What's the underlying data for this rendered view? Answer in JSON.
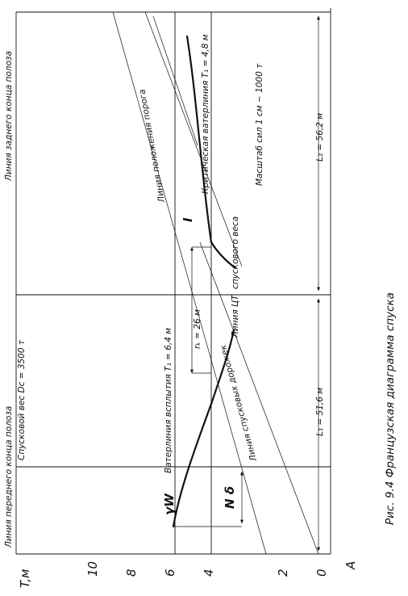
{
  "diagram": {
    "axes": {
      "y_title": "T,м",
      "y_ticks": [
        "10",
        "8",
        "6",
        "4",
        "2",
        "0"
      ],
      "origin_label": "А"
    },
    "labels": {
      "front_end_line": "Линия переднего конца полоза",
      "rear_end_line": "Линия заднего конца полоза",
      "launch_weight": "Спусковой вес Dс = 3500 т",
      "launch_weight_short": "спускового веса",
      "cg_line": "Линия ЦТ",
      "threshold_line": "Линия положения порога",
      "critical_waterline": "Критическая ватерлиния T₁ = 4,8 м",
      "float_waterline": "Ватерлиния всплытия T₁ = 6,4 м",
      "slipway_line": "Линия спусковых дорожек",
      "force_scale": "Масштаб сил 1 см ~ 1000 т",
      "L1": "L₁ = 51,6 м",
      "L2": "L₂ = 56,2 м",
      "rk": "rₖ = 26 м",
      "gamma_w": "γW",
      "n_delta": "N δ",
      "roman_one": "I"
    },
    "caption": "Рис. 9.4 Французская диаграмма спуска"
  }
}
